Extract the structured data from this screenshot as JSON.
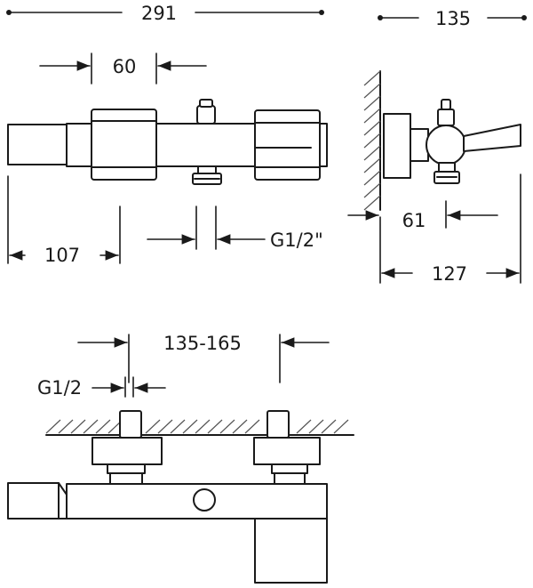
{
  "drawing": {
    "title": "",
    "dimensions": {
      "overall_width": "291",
      "overall_depth": "135",
      "handle_width": "60",
      "spout_to_outlet": "107",
      "outlet_thread": "G1/2\"",
      "outlet_offset": "61",
      "wall_to_front": "127",
      "inlet_spacing": "135-165",
      "inlet_thread": "G1/2"
    }
  }
}
